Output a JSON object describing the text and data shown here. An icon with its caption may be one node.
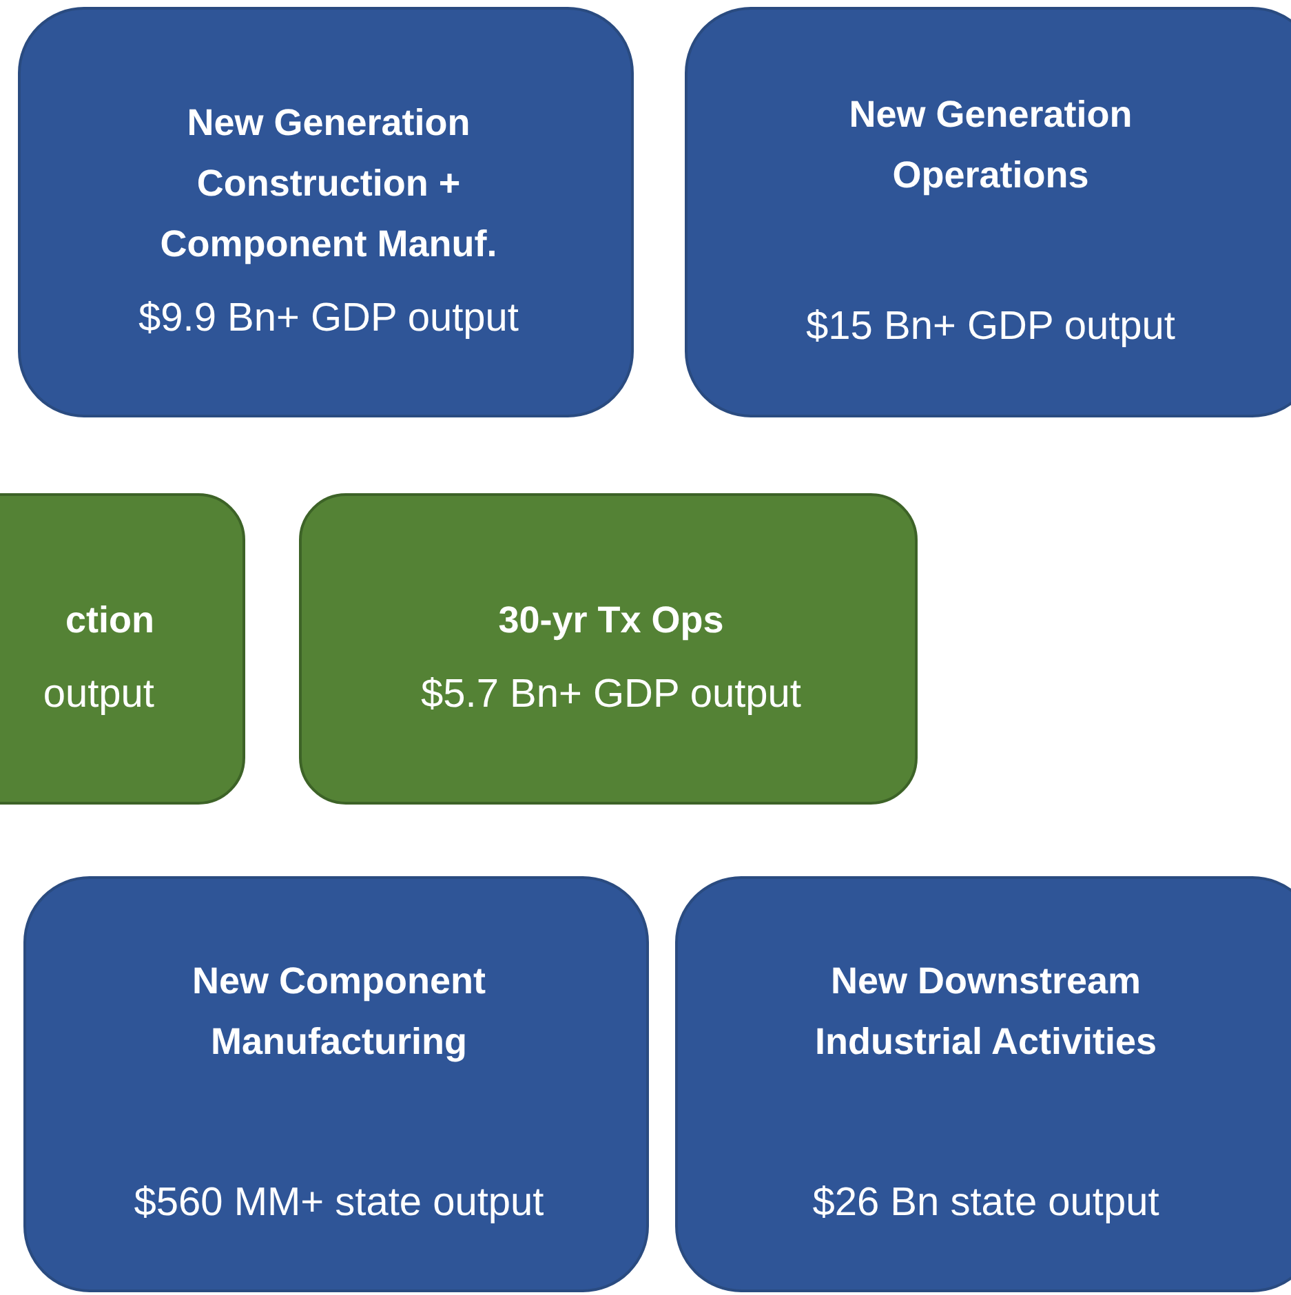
{
  "diagram": {
    "nodes": [
      {
        "text": [
          "New Generation Construction + Component Manuf.",
          "$9.9 Bn+ GDP output"
        ]
      },
      {
        "text": [
          "New Generation Operations",
          "$15 Bn+ GDP output"
        ]
      },
      {
        "text": [
          "ction",
          "output"
        ]
      },
      {
        "text": [
          "30-yr Tx Ops",
          "$5.7 Bn+ GDP output"
        ]
      },
      {
        "text": [
          "New Component Manufacturing",
          "$560 MM+ state output"
        ]
      },
      {
        "text": [
          "New Downstream Industrial Activities",
          "$26 Bn state output"
        ]
      }
    ]
  }
}
